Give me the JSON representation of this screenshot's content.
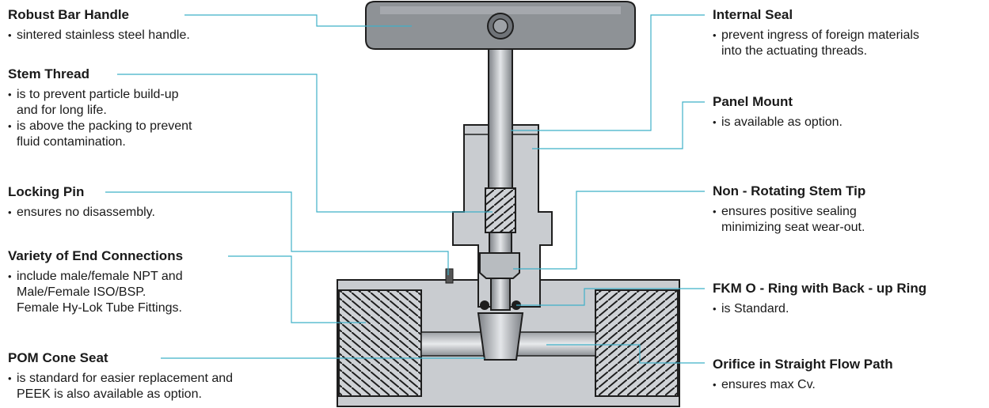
{
  "callouts": {
    "robust_bar_handle": {
      "title": "Robust Bar Handle",
      "bullets": [
        "sintered stainless steel handle."
      ]
    },
    "stem_thread": {
      "title": "Stem Thread",
      "bullets": [
        "is to prevent particle build-up\nand for long life.",
        "is above the packing to prevent\nfluid contamination."
      ]
    },
    "locking_pin": {
      "title": "Locking Pin",
      "bullets": [
        "ensures no disassembly."
      ]
    },
    "end_connections": {
      "title": "Variety of End Connections",
      "bullets": [
        "include male/female NPT and\nMale/Female ISO/BSP.\nFemale Hy-Lok Tube Fittings."
      ]
    },
    "pom_cone_seat": {
      "title": "POM Cone Seat",
      "bullets": [
        "is standard for easier replacement and\nPEEK is also available as option."
      ]
    },
    "internal_seal": {
      "title": "Internal Seal",
      "bullets": [
        "prevent ingress of foreign materials\ninto the actuating threads."
      ]
    },
    "panel_mount": {
      "title": "Panel Mount",
      "bullets": [
        "is available as option."
      ]
    },
    "non_rotating_tip": {
      "title": "Non - Rotating Stem Tip",
      "bullets": [
        "ensures positive sealing\nminimizing seat wear-out."
      ]
    },
    "fkm_oring": {
      "title": "FKM O - Ring with Back - up Ring",
      "bullets": [
        "is Standard."
      ]
    },
    "orifice": {
      "title": "Orifice in Straight Flow Path",
      "bullets": [
        "ensures max Cv."
      ]
    }
  },
  "colors": {
    "leader_line": "#3fb0c8",
    "body_metal": "#c9ccd0",
    "outline": "#1e1e1e",
    "handle": "#8e9296"
  }
}
